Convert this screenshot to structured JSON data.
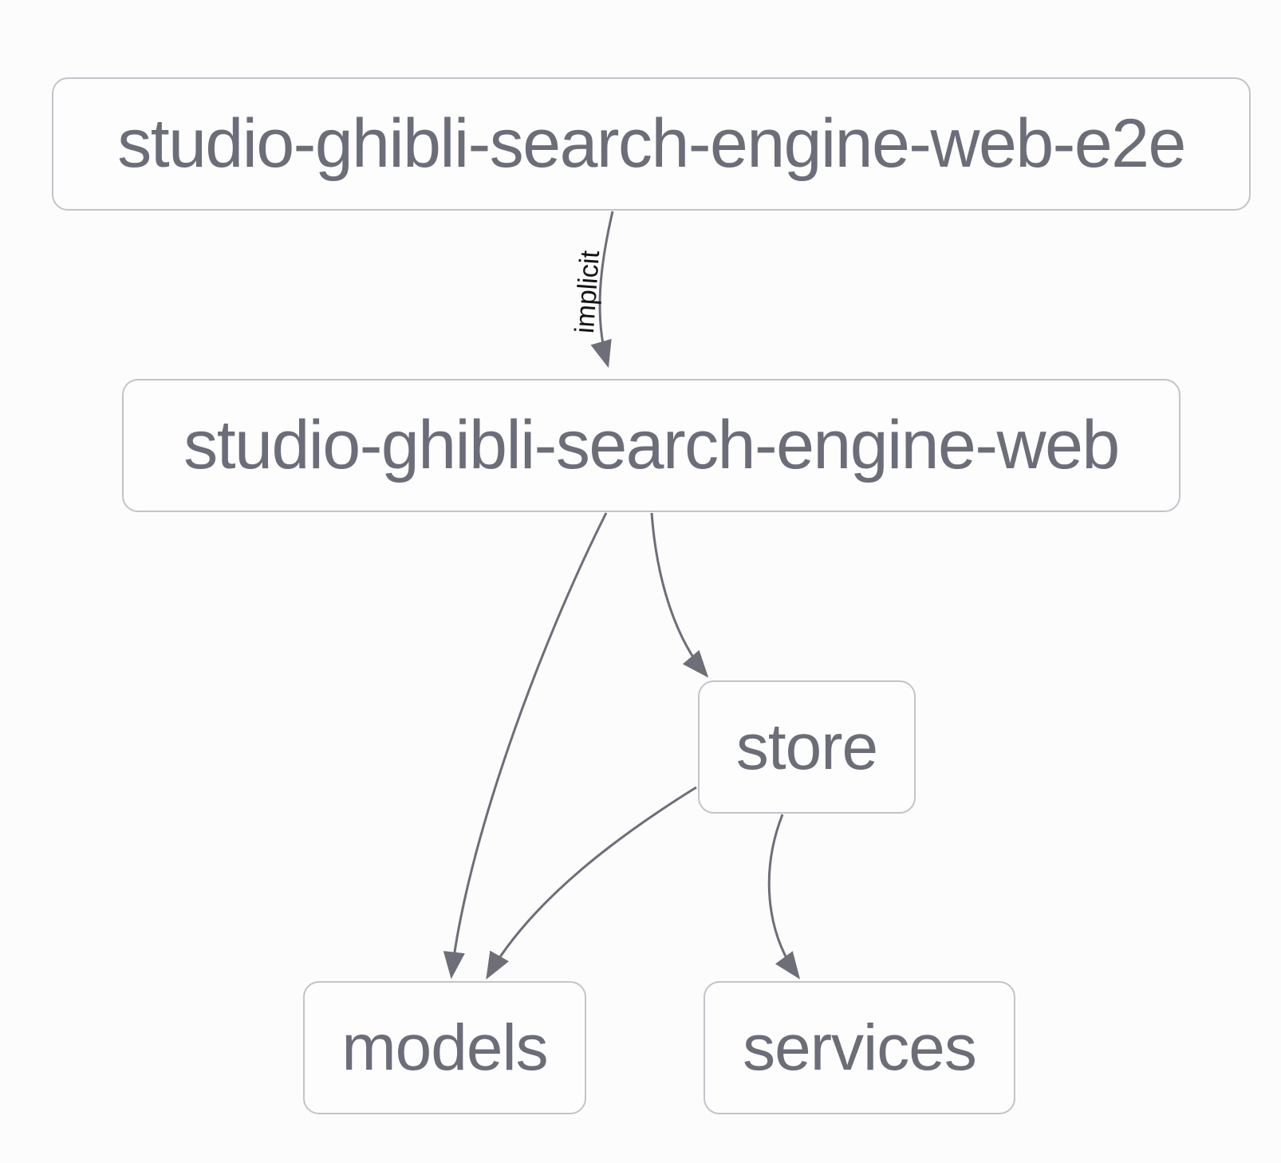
{
  "diagram": {
    "type": "project-dependency-graph",
    "nodes": [
      {
        "id": "e2e",
        "label": "studio-ghibli-search-engine-web-e2e"
      },
      {
        "id": "web",
        "label": "studio-ghibli-search-engine-web"
      },
      {
        "id": "store",
        "label": "store"
      },
      {
        "id": "models",
        "label": "models"
      },
      {
        "id": "services",
        "label": "services"
      }
    ],
    "edges": [
      {
        "from": "studio-ghibli-search-engine-web-e2e",
        "to": "studio-ghibli-search-engine-web",
        "label": "implicit"
      },
      {
        "from": "studio-ghibli-search-engine-web",
        "to": "models",
        "label": ""
      },
      {
        "from": "studio-ghibli-search-engine-web",
        "to": "store",
        "label": ""
      },
      {
        "from": "store",
        "to": "models",
        "label": ""
      },
      {
        "from": "store",
        "to": "services",
        "label": ""
      }
    ],
    "colors": {
      "background": "#fcfcfd",
      "node_fill": "#fdfdfe",
      "node_border": "#c3c4ca",
      "node_text": "#6b6e79",
      "edge_stroke": "#6d6e78",
      "edge_label_text": "#141414"
    }
  }
}
